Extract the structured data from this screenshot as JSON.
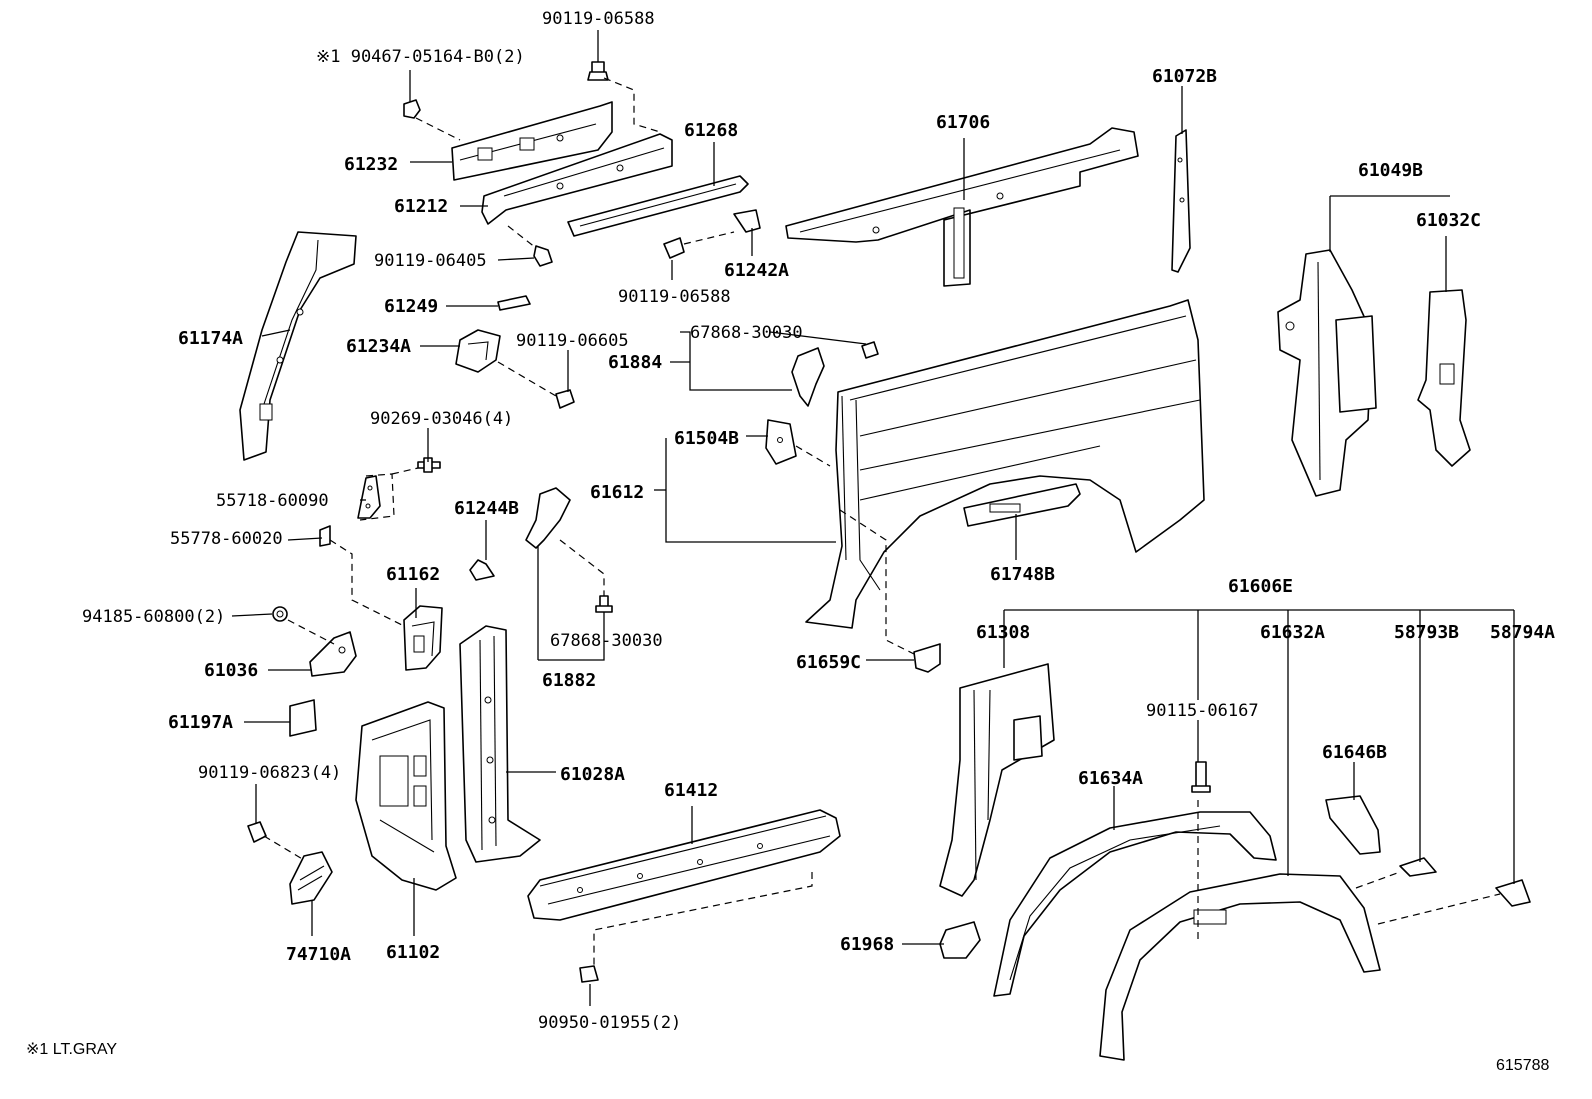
{
  "labels": {
    "p90119_06588_top": "90119-06588",
    "p90467": "※1 90467-05164-B0(2)",
    "p61232": "61232",
    "p61268": "61268",
    "p61212": "61212",
    "p90119_06405": "90119-06405",
    "p61174A": "61174A",
    "p61249": "61249",
    "p61234A": "61234A",
    "p90119_06605": "90119-06605",
    "p90269": "90269-03046(4)",
    "p55718": "55718-60090",
    "p55778": "55778-60020",
    "p61162": "61162",
    "p94185": "94185-60800(2)",
    "p61036": "61036",
    "p61197A": "61197A",
    "p90119_06823": "90119-06823(4)",
    "p74710A": "74710A",
    "p61102": "61102",
    "p61028A": "61028A",
    "p61244B": "61244B",
    "p67868_low": "67868-30030",
    "p61882": "61882",
    "p61412": "61412",
    "p90950": "90950-01955(2)",
    "p61242A": "61242A",
    "p90119_06588_mid": "90119-06588",
    "p61706": "61706",
    "p61072B": "61072B",
    "p61049B": "61049B",
    "p61032C": "61032C",
    "p67868_up": "67868-30030",
    "p61884": "61884",
    "p61504B": "61504B",
    "p61612": "61612",
    "p61748B": "61748B",
    "p61659C": "61659C",
    "p61606E": "61606E",
    "p61308": "61308",
    "p61632A": "61632A",
    "p58793B": "58793B",
    "p58794A": "58794A",
    "p90115": "90115-06167",
    "p61646B": "61646B",
    "p61634A": "61634A",
    "p61968": "61968"
  },
  "footnote": "※1 LT.GRAY",
  "diagram_id": "615788"
}
